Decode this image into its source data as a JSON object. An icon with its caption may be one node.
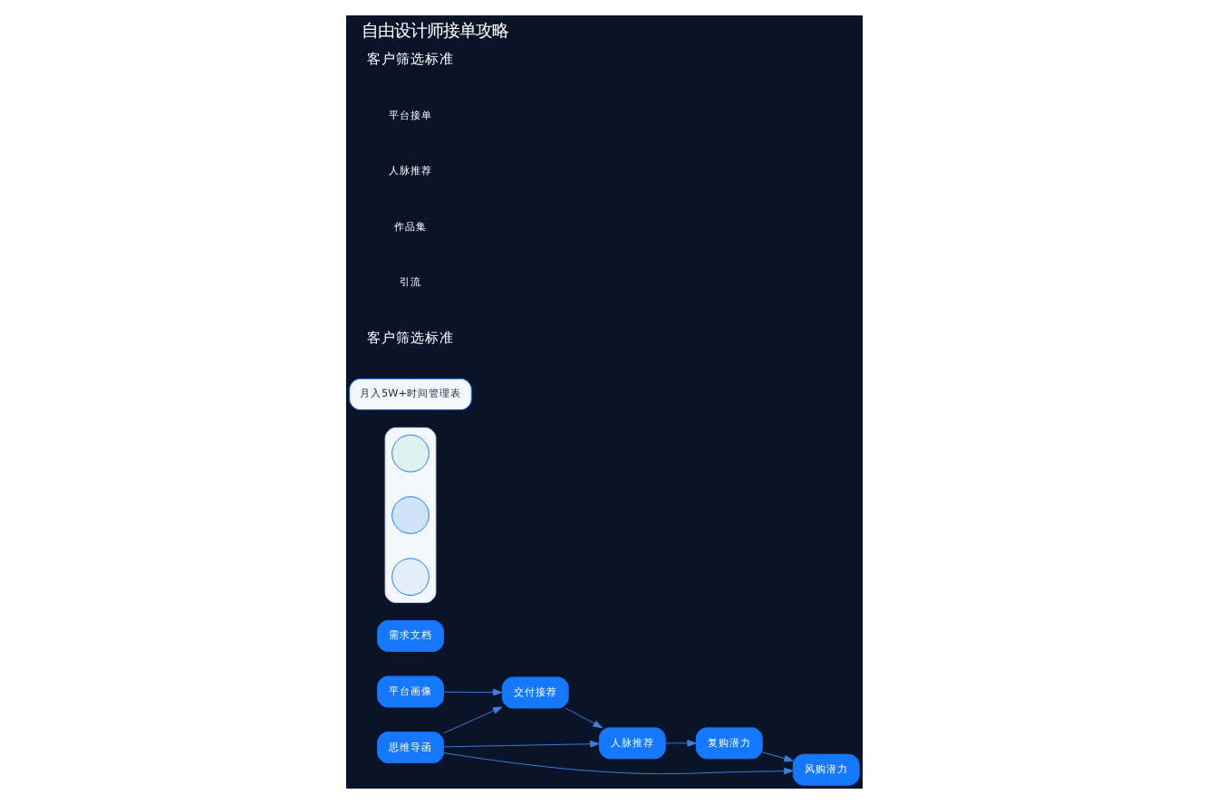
{
  "diagram": {
    "title": "自由设计师接单攻略",
    "nodes": [
      {
        "text": [
          "平台画像"
        ]
      },
      {
        "text": [
          "交付接荐"
        ]
      },
      {
        "text": [
          "人脉推荐"
        ]
      },
      {
        "text": [
          "复购潜力"
        ]
      },
      {
        "text": [
          "风购潜力"
        ]
      },
      {
        "text": [
          "思维导函"
        ]
      },
      {
        "text": [
          "需求文档"
        ]
      },
      {
        "text": [],
        "shape": "box"
      },
      {
        "text": [],
        "shape": "circle",
        "in": 7
      },
      {
        "text": [],
        "shape": "circle",
        "in": 7
      },
      {
        "text": [],
        "shape": "circle",
        "in": 7
      },
      {
        "text": [
          "月入5W+时间管理表"
        ]
      }
    ],
    "edges": [
      {
        "from": 0,
        "to": 1,
        "arrow": "to"
      },
      {
        "from": 1,
        "to": 2,
        "arrow": "to"
      },
      {
        "from": 2,
        "to": 3,
        "arrow": "to"
      },
      {
        "from": 3,
        "to": 4,
        "arrow": "to"
      },
      {
        "from": 5,
        "to": 1,
        "arrow": "to"
      },
      {
        "from": 5,
        "to": 2,
        "arrow": "to"
      },
      {
        "from": 5,
        "to": 4,
        "arrow": "to"
      }
    ],
    "labels": [
      "客户筛选标准",
      "平台接单",
      "人脉推荐",
      "作品集",
      "引流",
      "客户筛选标准"
    ]
  }
}
